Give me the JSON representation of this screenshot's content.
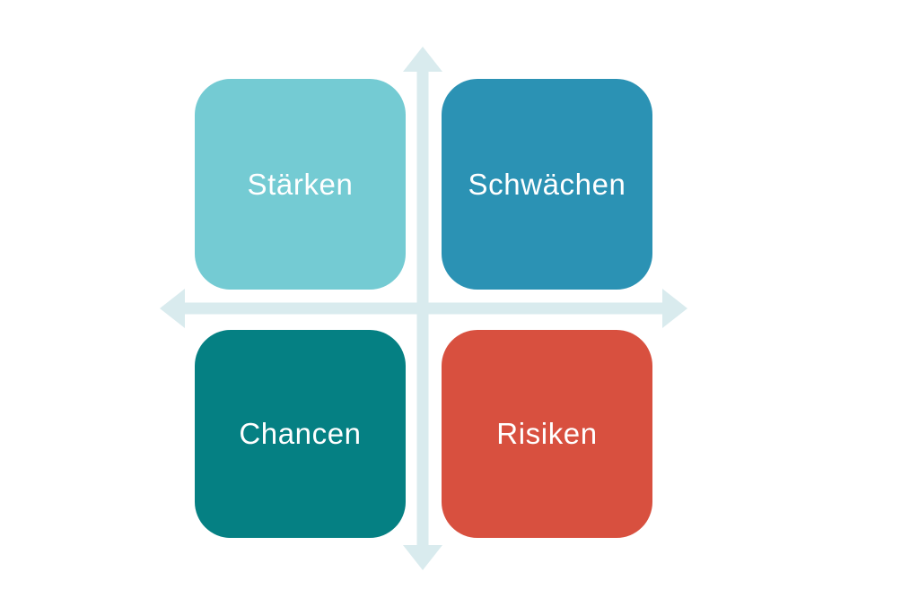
{
  "diagram": {
    "type": "swot-matrix",
    "background_color": "#FFFFFF",
    "axis_color": "#D9EBEE",
    "quadrants": [
      {
        "id": "staerken",
        "label": "Stärken",
        "color": "#74CBD3",
        "text_color": "#FFFFFF",
        "position": "top-left"
      },
      {
        "id": "schwaechen",
        "label": "Schwächen",
        "color": "#2B92B4",
        "text_color": "#FFFFFF",
        "position": "top-right"
      },
      {
        "id": "chancen",
        "label": "Chancen",
        "color": "#058083",
        "text_color": "#FFFFFF",
        "position": "bottom-left"
      },
      {
        "id": "risiken",
        "label": "Risiken",
        "color": "#D8503F",
        "text_color": "#FFFFFF",
        "position": "bottom-right"
      }
    ]
  }
}
